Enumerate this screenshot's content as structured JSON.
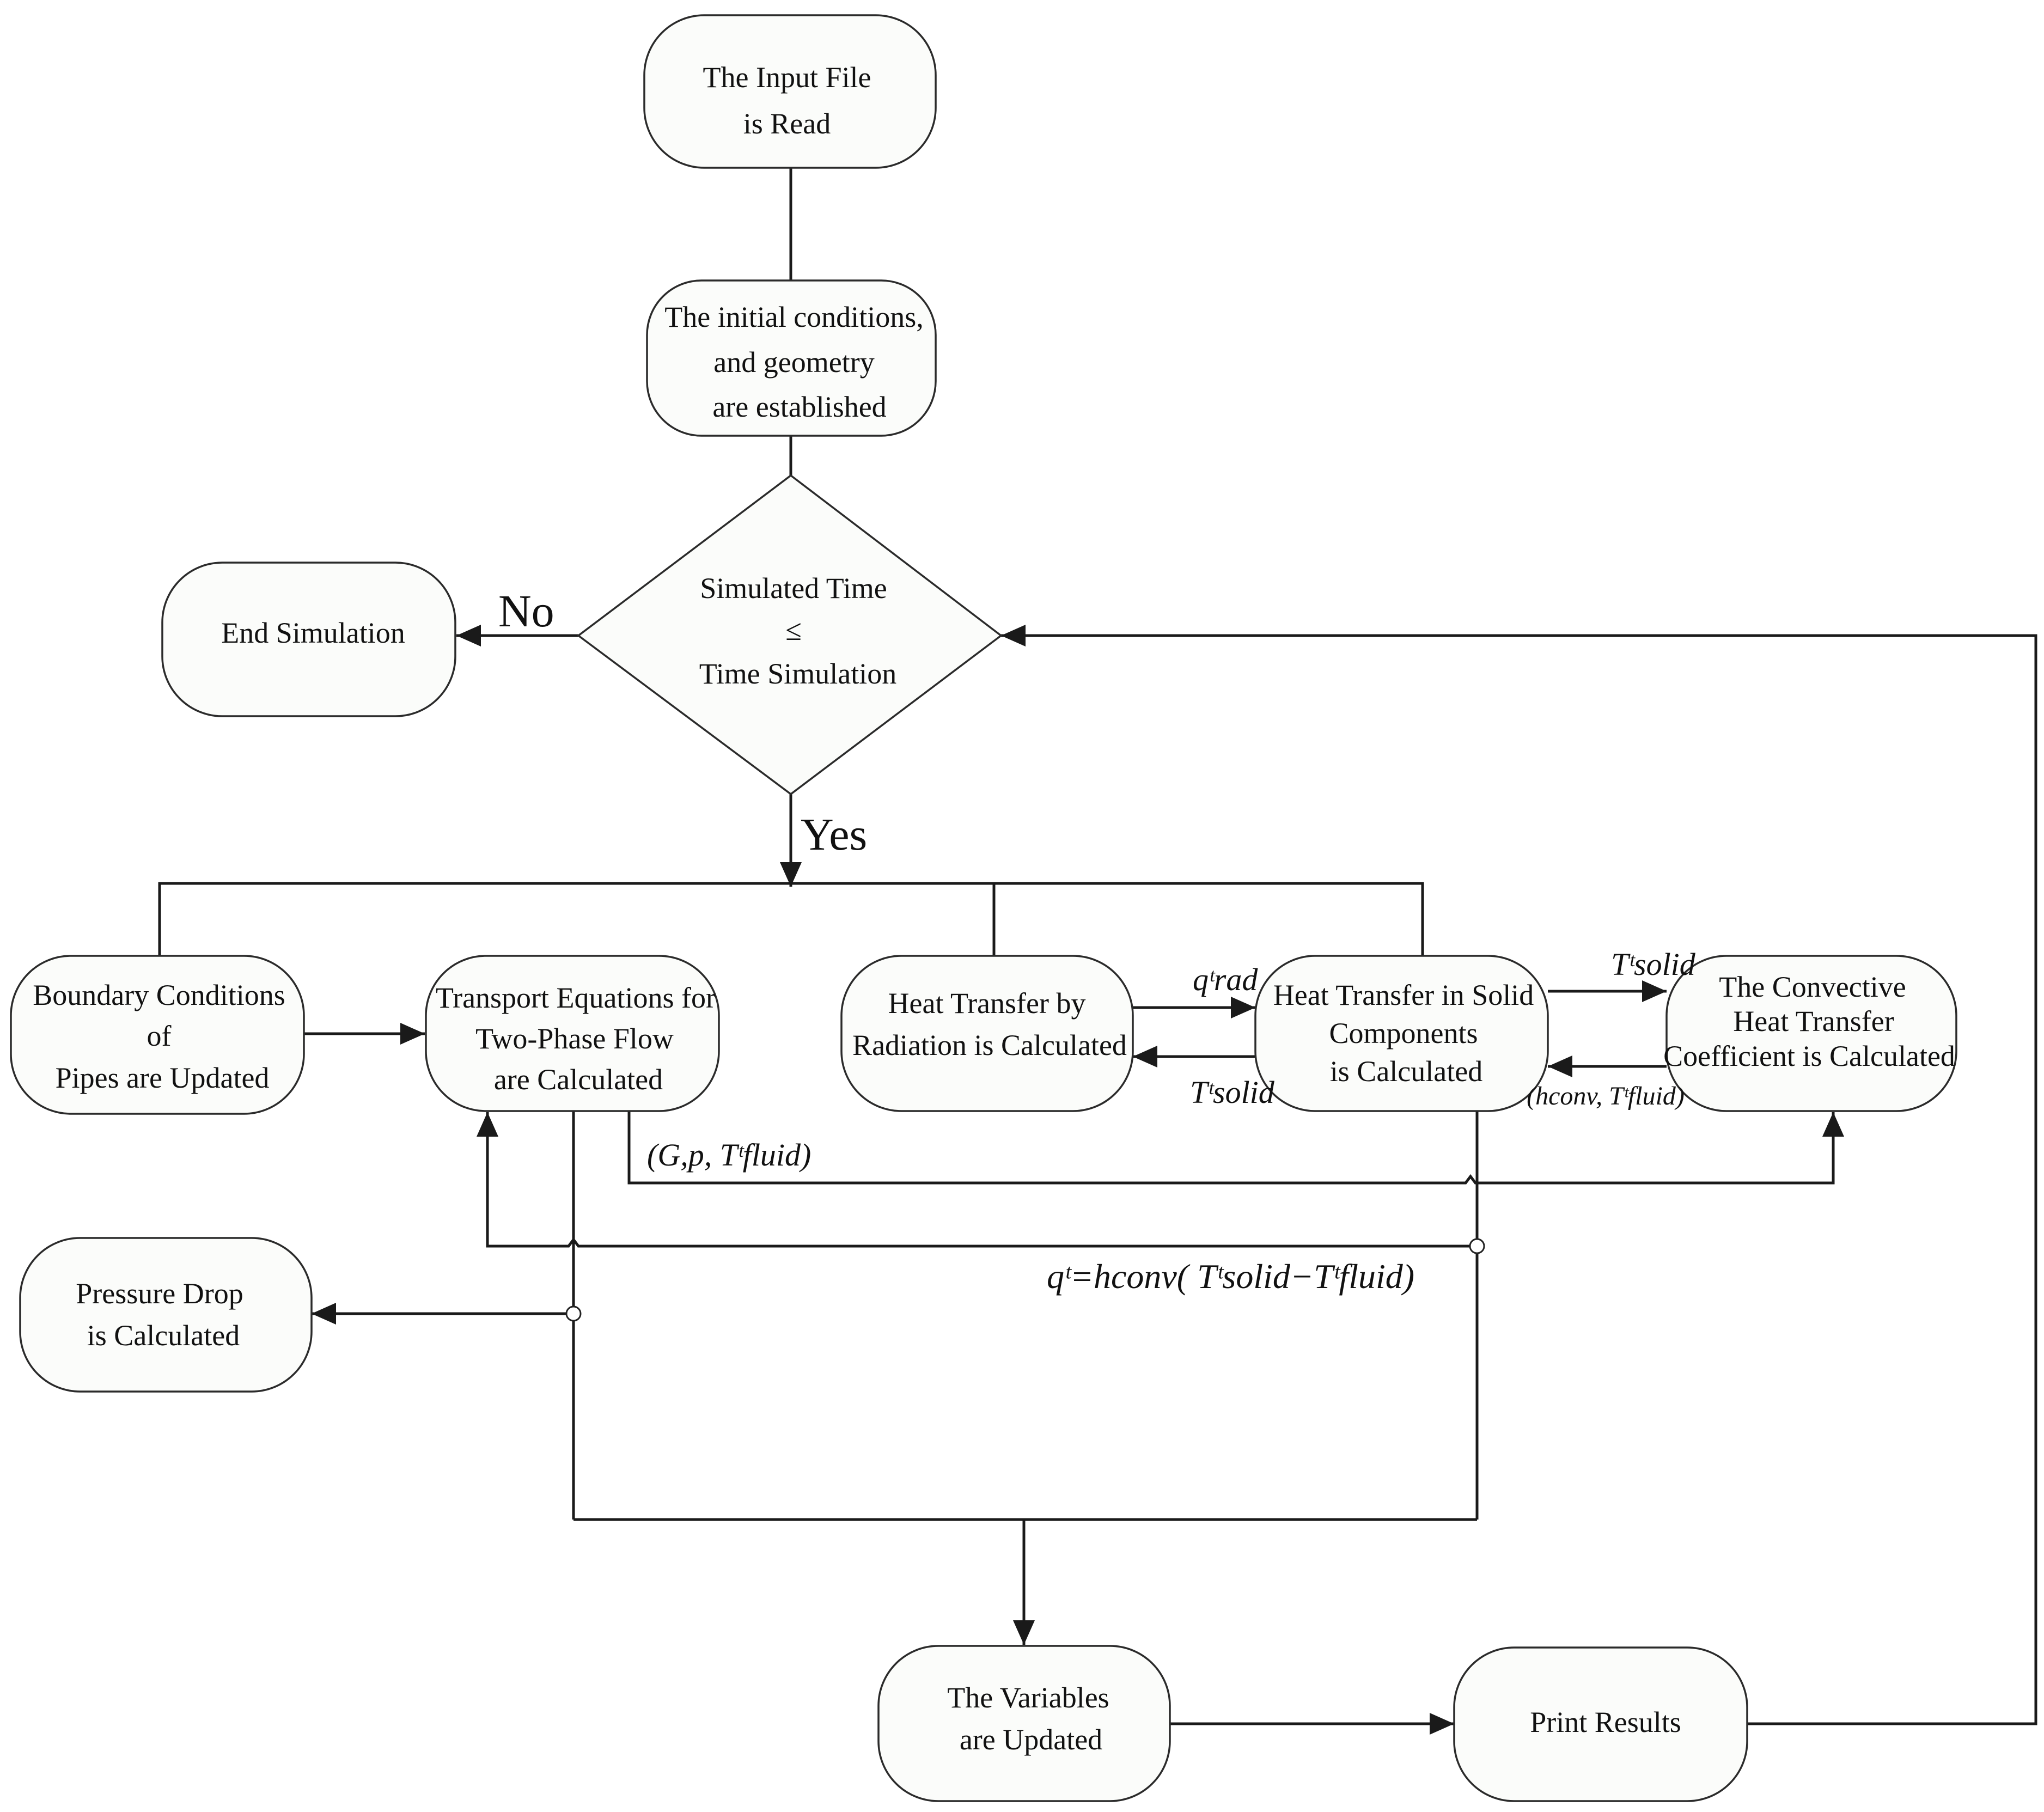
{
  "nodes": {
    "input_file": {
      "lines": [
        "The Input File",
        "is Read"
      ]
    },
    "initial_conditions": {
      "lines": [
        "The initial conditions,",
        "and geometry",
        "are established"
      ]
    },
    "decision": {
      "lines": [
        "Simulated Time",
        "≤",
        "Time Simulation"
      ]
    },
    "end_simulation": {
      "lines": [
        "End Simulation"
      ]
    },
    "boundary_conditions": {
      "lines": [
        "Boundary Conditions",
        "of",
        "Pipes are Updated"
      ]
    },
    "transport_equations": {
      "lines": [
        "Transport Equations for",
        "Two-Phase Flow",
        "are Calculated"
      ]
    },
    "radiation": {
      "lines": [
        "Heat Transfer by",
        "Radiation is Calculated"
      ]
    },
    "solid_components": {
      "lines": [
        "Heat Transfer in Solid",
        "Components",
        "is Calculated"
      ]
    },
    "convective": {
      "lines": [
        "The Convective",
        "Heat Transfer",
        "Coefficient is Calculated"
      ]
    },
    "pressure_drop": {
      "lines": [
        "Pressure Drop",
        "is Calculated"
      ]
    },
    "variables_updated": {
      "lines": [
        "The Variables",
        "are Updated"
      ]
    },
    "print_results": {
      "lines": [
        "Print Results"
      ]
    }
  },
  "branch_labels": {
    "no": "No",
    "yes": "Yes"
  },
  "edge_labels": {
    "q_rad": "qᵗrad",
    "t_solid_top": "Tᵗsolid",
    "t_solid_bottom": "Tᵗsolid",
    "h_conv_t_fluid": "(hconv, Tᵗfluid)",
    "g_p_t_fluid": "(G,p, Tᵗfluid)",
    "q_equation": "qᵗ=hconv( Tᵗsolid−Tᵗfluid)"
  }
}
